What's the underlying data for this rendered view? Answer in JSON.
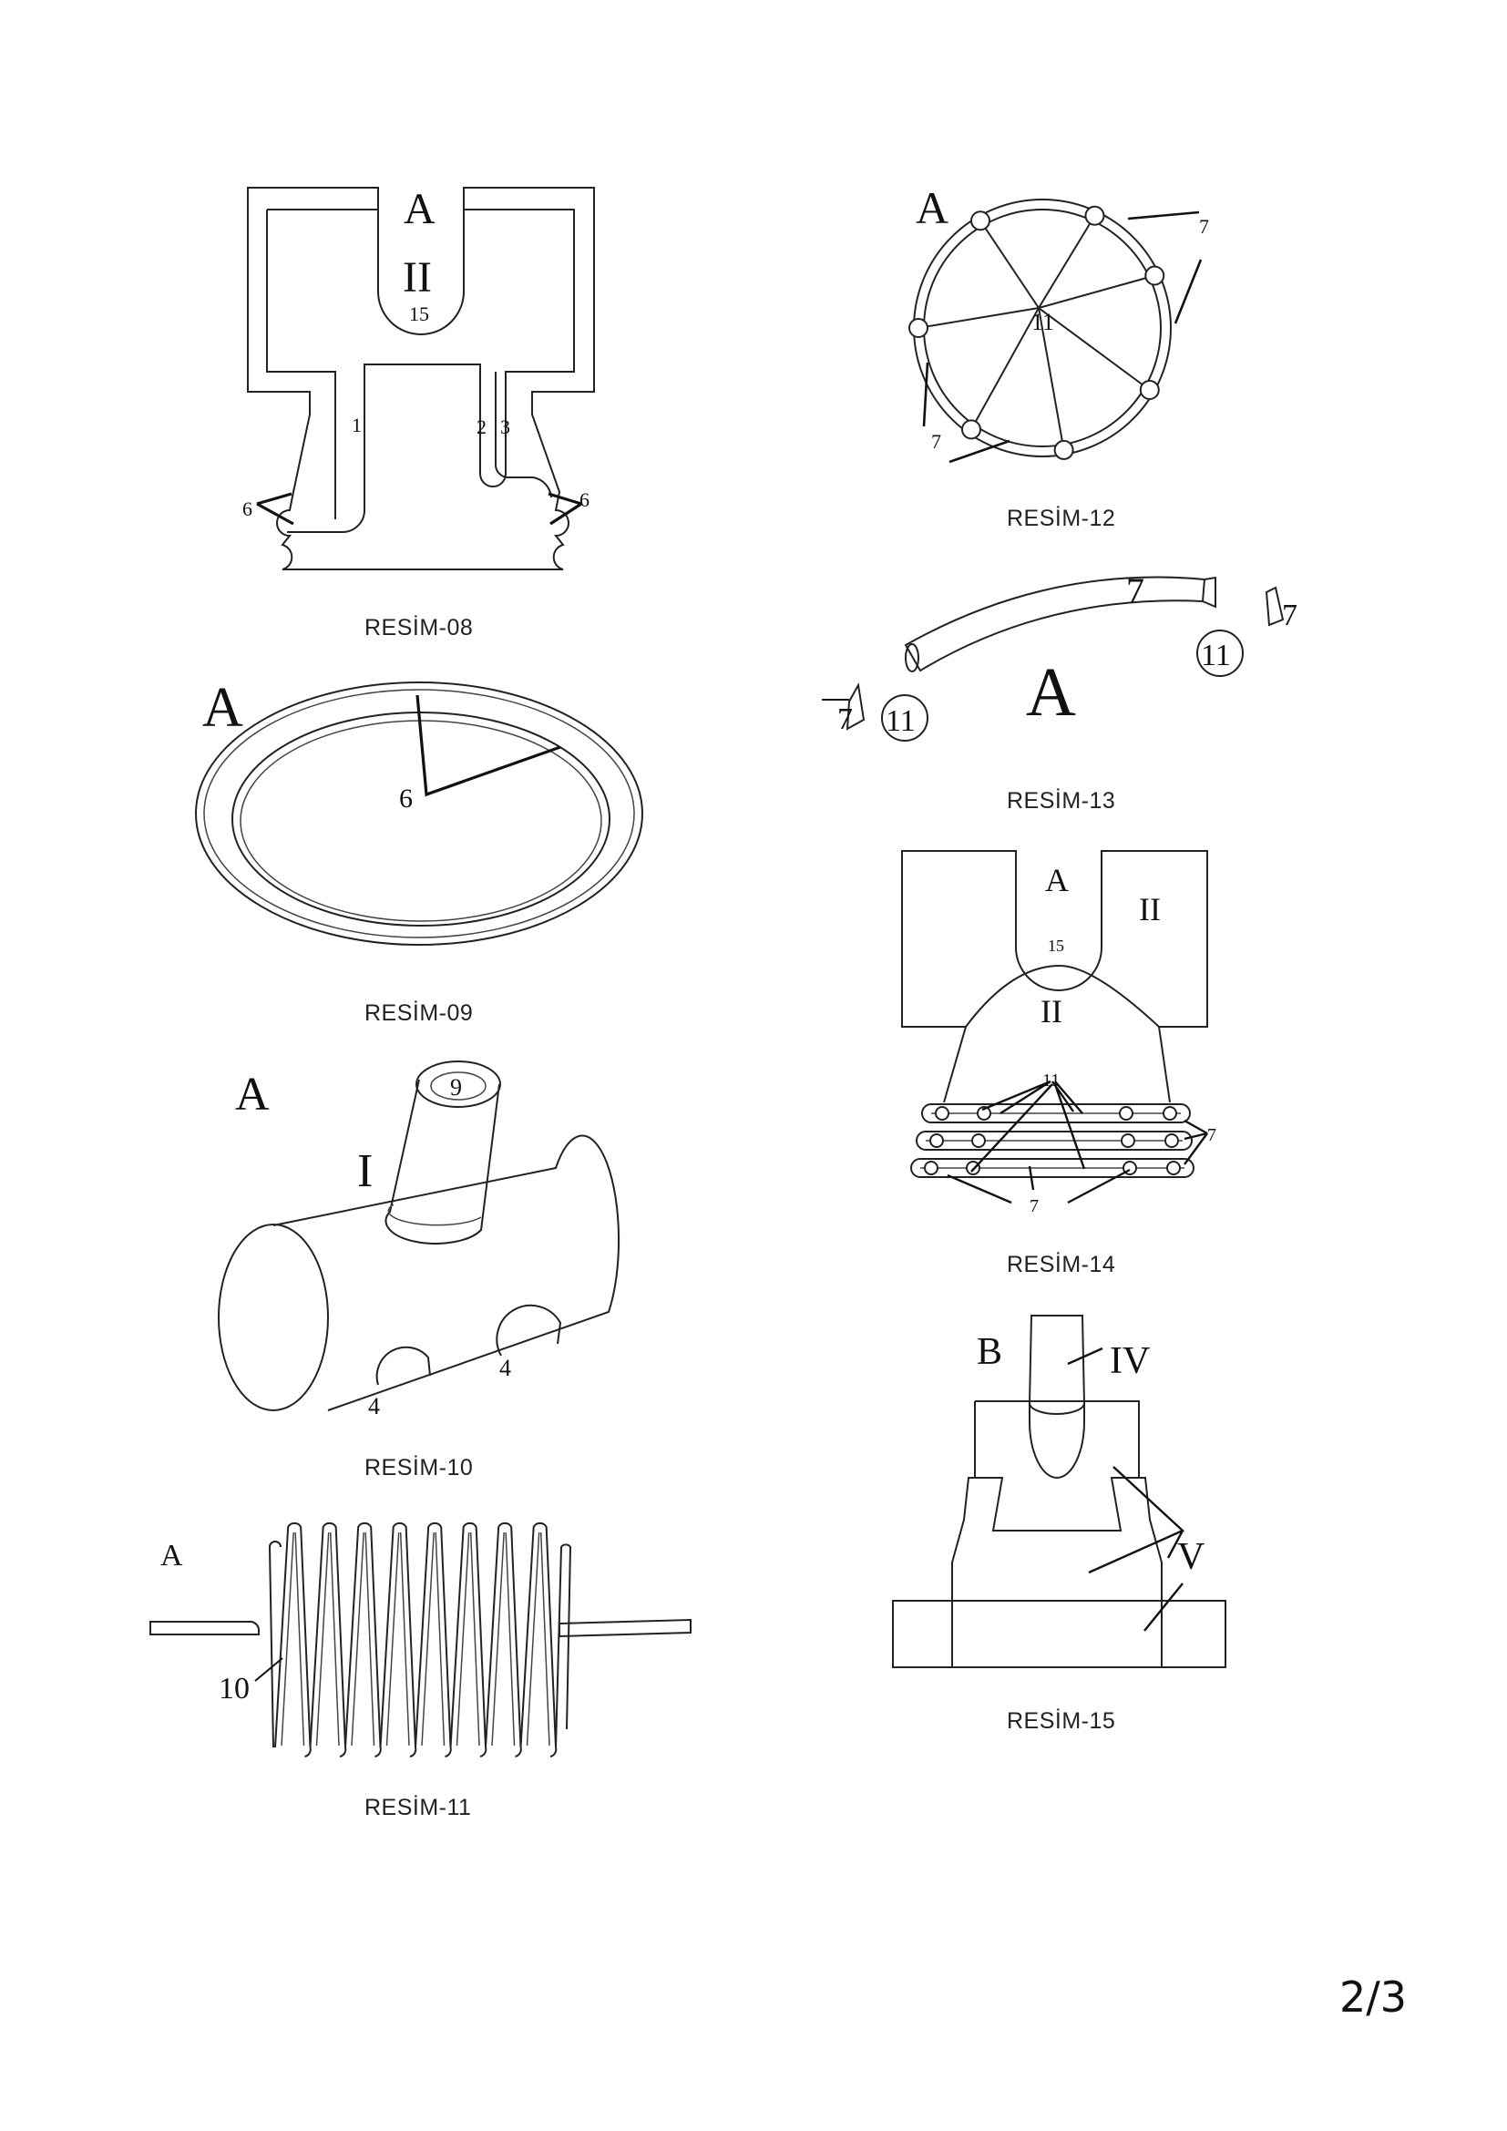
{
  "sheet": {
    "captions": {
      "r08": "RESİM-08",
      "r09": "RESİM-09",
      "r10": "RESİM-10",
      "r11": "RESİM-11",
      "r12": "RESİM-12",
      "r13": "RESİM-13",
      "r14": "RESİM-14",
      "r15": "RESİM-15"
    },
    "page_number": "2/3"
  },
  "fig08": {
    "letter": "A",
    "roman": "II",
    "labels": [
      "15",
      "1",
      "2",
      "3",
      "6",
      "6"
    ]
  },
  "fig09": {
    "letter": "A",
    "labels": [
      "6"
    ]
  },
  "fig10": {
    "letter": "A",
    "roman": "I",
    "labels": [
      "9",
      "4",
      "4"
    ]
  },
  "fig11": {
    "letter": "A",
    "labels": [
      "10"
    ]
  },
  "fig12": {
    "letter": "A",
    "labels": [
      "11",
      "7",
      "7"
    ]
  },
  "fig13": {
    "letter": "A",
    "labels": [
      "7",
      "11",
      "11",
      "7",
      "7"
    ]
  },
  "fig14": {
    "letter": "A",
    "roman": [
      "II",
      "II"
    ],
    "labels": [
      "15",
      "11",
      "7",
      "7"
    ]
  },
  "fig15": {
    "letter": "B",
    "roman": [
      "IV",
      "V"
    ]
  }
}
